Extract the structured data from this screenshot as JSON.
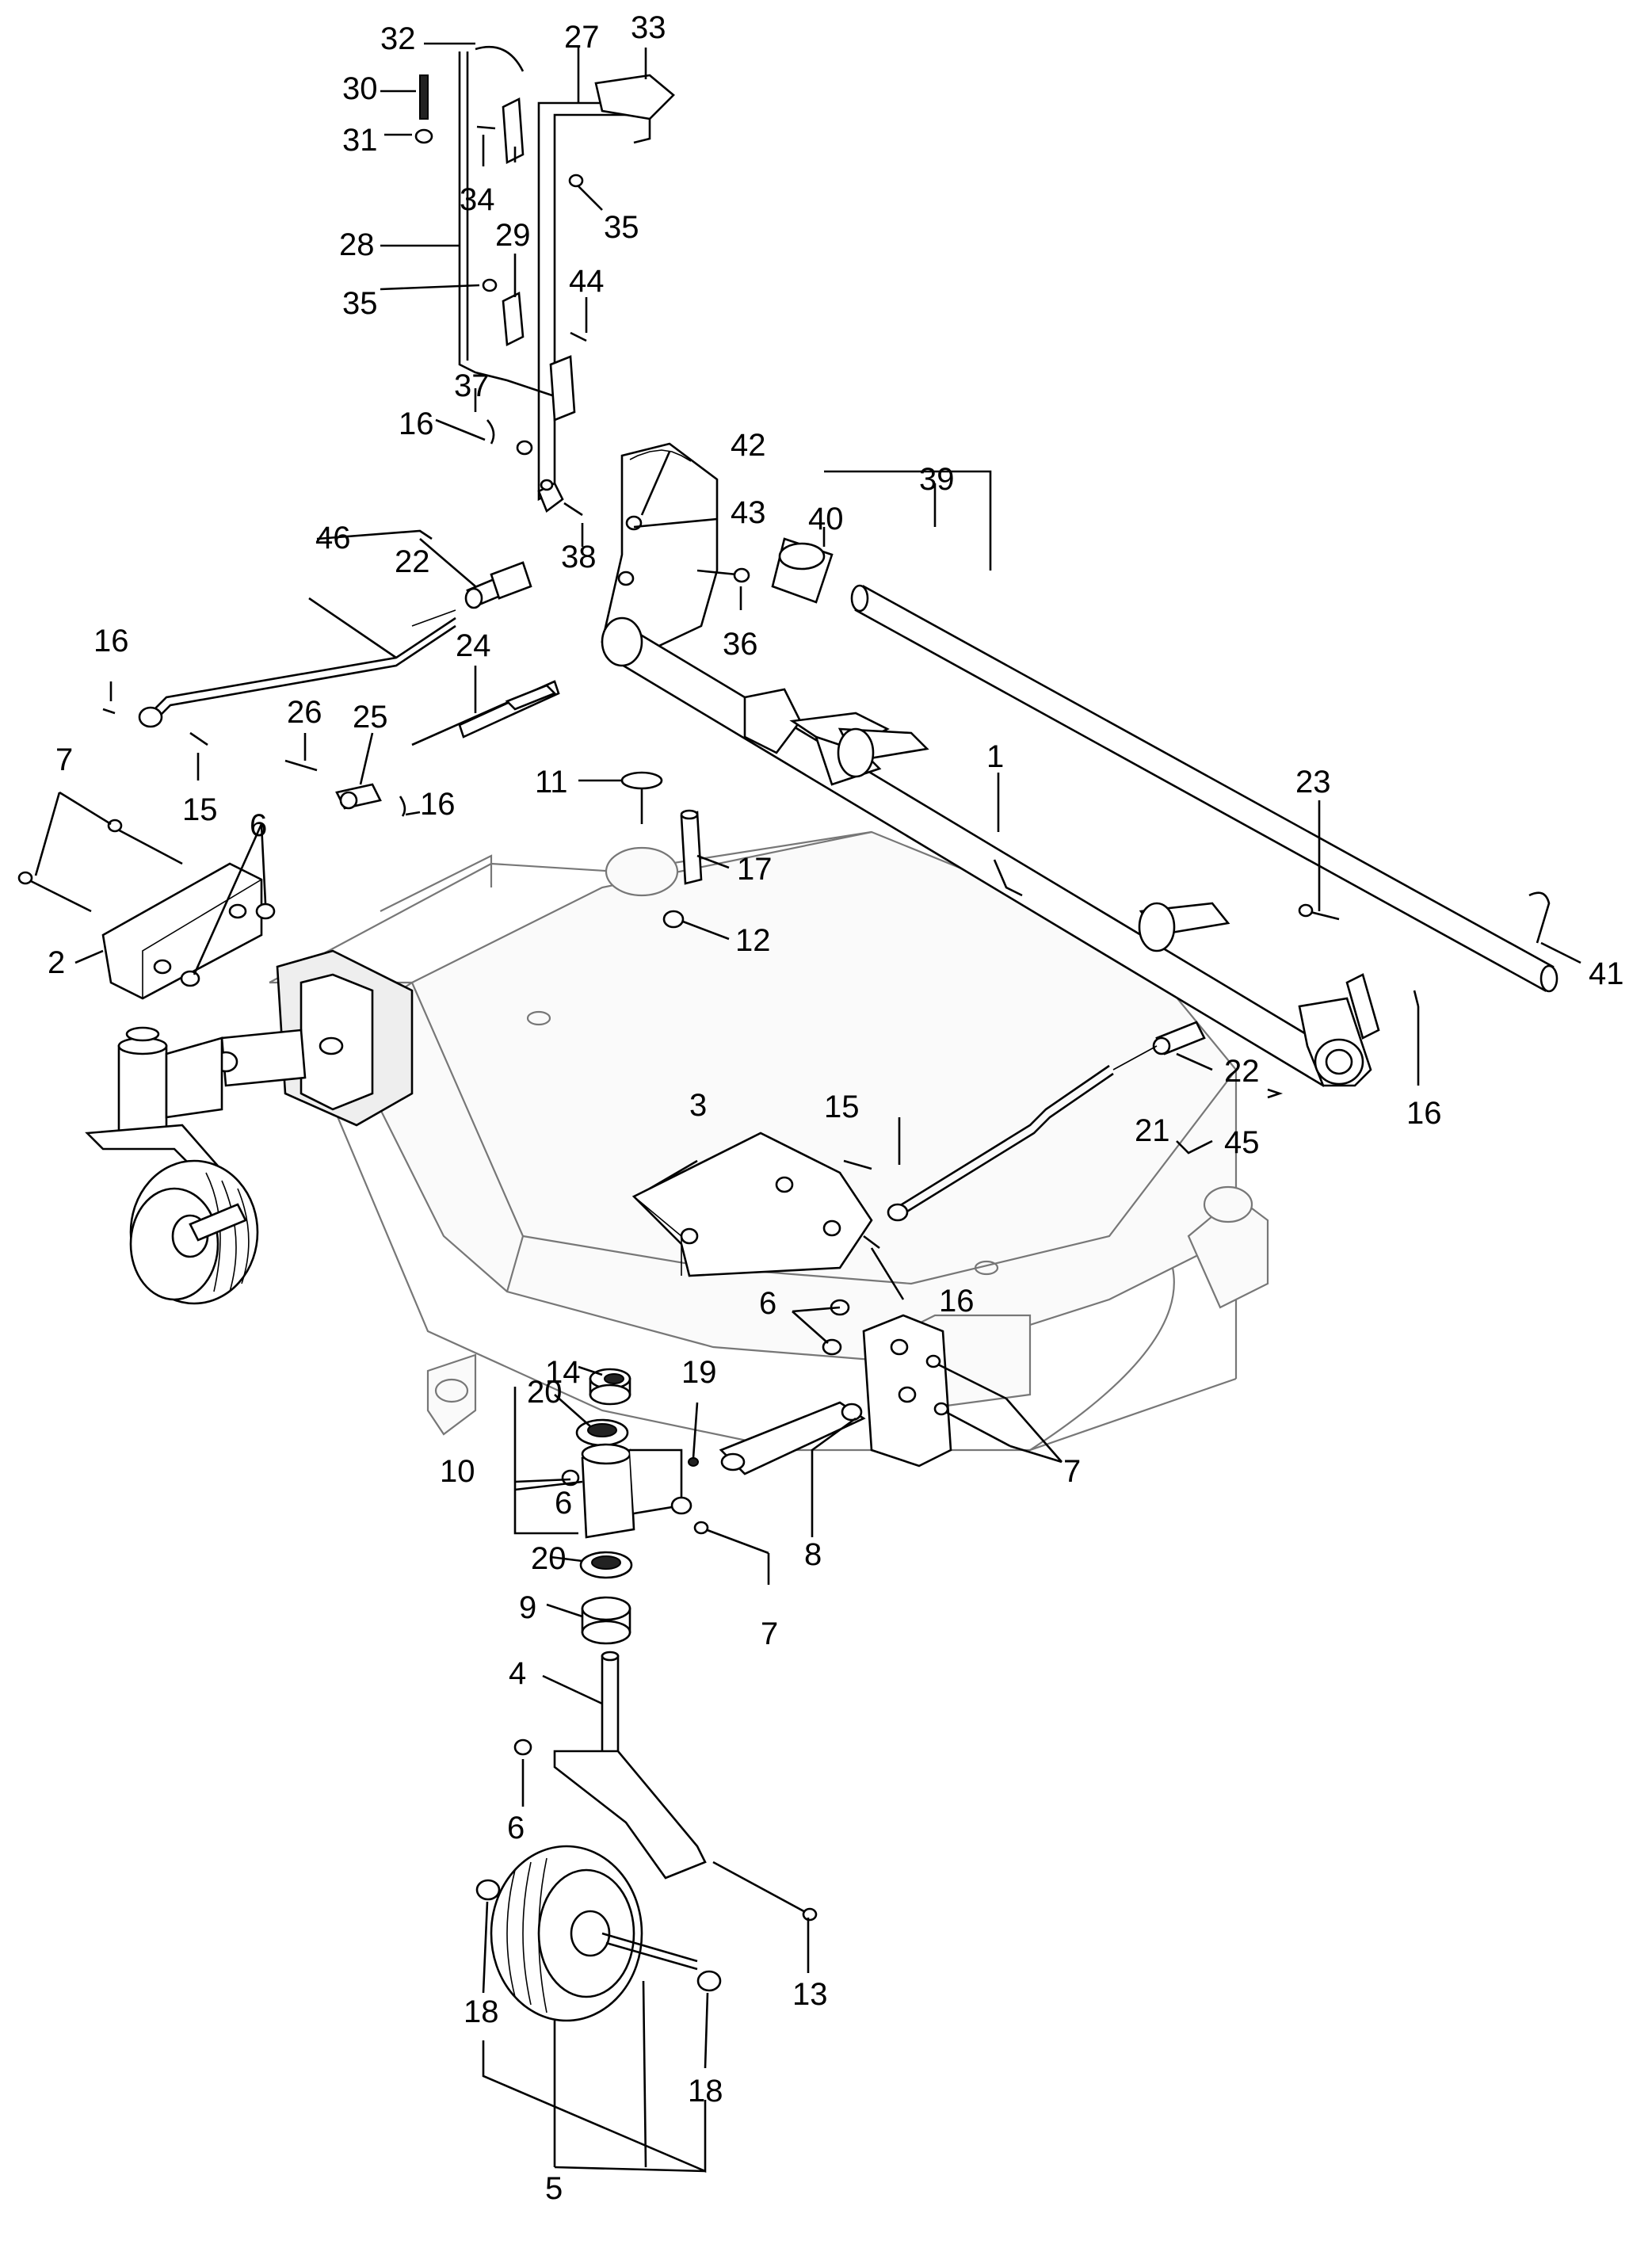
{
  "callouts": [
    "1",
    "2",
    "3",
    "4",
    "5",
    "6",
    "7",
    "8",
    "9",
    "10",
    "11",
    "12",
    "13",
    "14",
    "15",
    "16",
    "17",
    "18",
    "19",
    "20",
    "21",
    "22",
    "23",
    "24",
    "25",
    "26",
    "27",
    "28",
    "29",
    "30",
    "31",
    "32",
    "33",
    "34",
    "35",
    "36",
    "37",
    "38",
    "39",
    "40",
    "41",
    "42",
    "43",
    "44",
    "45",
    "46"
  ],
  "colors": {
    "line": "#000000",
    "deck_line": "#777777",
    "background": "#ffffff"
  }
}
